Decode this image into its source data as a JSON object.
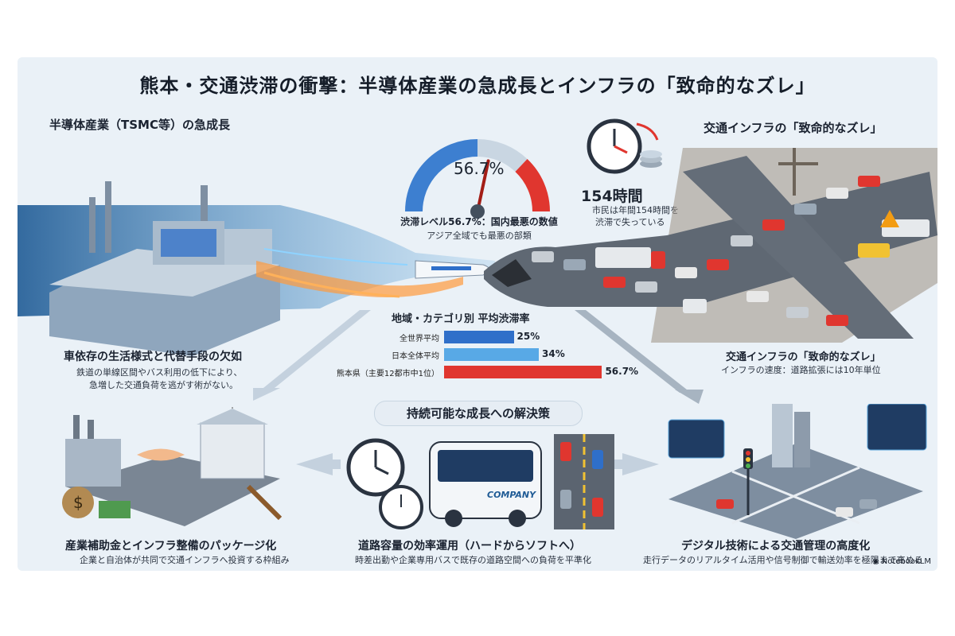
{
  "title": "熊本・交通渋滞の衝撃：半導体産業の急成長とインフラの「致命的なズレ」",
  "left_top": {
    "heading": "半導体産業（TSMC等）の急成長"
  },
  "gauge": {
    "value_text": "56.7%",
    "level": 0.567,
    "caption_main": "渋滞レベル56.7%：国内最悪の数値",
    "caption_sub": "アジア全域でも最悪の部類"
  },
  "clock": {
    "headline": "154時間",
    "caption_line1": "市民は年間154時間を",
    "caption_line2": "渋滞で失っている"
  },
  "right_top": {
    "heading": "交通インフラの「致命的なズレ」"
  },
  "right_mid": {
    "heading": "交通インフラの「致命的なズレ」",
    "sub": "インフラの速度：道路拡張には10年単位"
  },
  "left_mid": {
    "heading": "車依存の生活様式と代替手段の欠如",
    "sub_line1": "鉄道の単線区間やバス利用の低下により、",
    "sub_line2": "急増した交通負荷を逃がす術がない。"
  },
  "bar_chart": {
    "title": "地域・カテゴリ別 平均渋滞率",
    "rows": [
      {
        "label": "全世界平均",
        "value": 25,
        "value_text": "25%",
        "color": "#2f6fc9"
      },
      {
        "label": "日本全体平均",
        "value": 34,
        "value_text": "34%",
        "color": "#58a9e6"
      },
      {
        "label": "熊本県（主要12都市中1位）",
        "value": 56.7,
        "value_text": "56.7%",
        "color": "#e0362f"
      }
    ]
  },
  "chart_data": {
    "type": "bar",
    "title": "地域・カテゴリ別 平均渋滞率",
    "categories": [
      "全世界平均",
      "日本全体平均",
      "熊本県（主要12都市中1位）"
    ],
    "values": [
      25,
      34,
      56.7
    ]
  },
  "solutions": {
    "pill": "持続可能な成長への解決策",
    "items": [
      {
        "heading": "産業補助金とインフラ整備のパッケージ化",
        "sub": "企業と自治体が共同で交通インフラへ投資する枠組み"
      },
      {
        "heading": "道路容量の効率運用（ハードからソフトへ）",
        "sub": "時差出勤や企業専用バスで既存の道路空間への負荷を平準化"
      },
      {
        "heading": "デジタル技術による交通管理の高度化",
        "sub": "走行データのリアルタイム活用や信号制御で輸送効率を極限まで高める"
      }
    ],
    "bus_text": "COMPANY"
  },
  "brand": "NotebookLM",
  "colors": {
    "accent_red": "#e0362f",
    "accent_blue": "#2f6fc9",
    "light_blue": "#58a9e6"
  }
}
